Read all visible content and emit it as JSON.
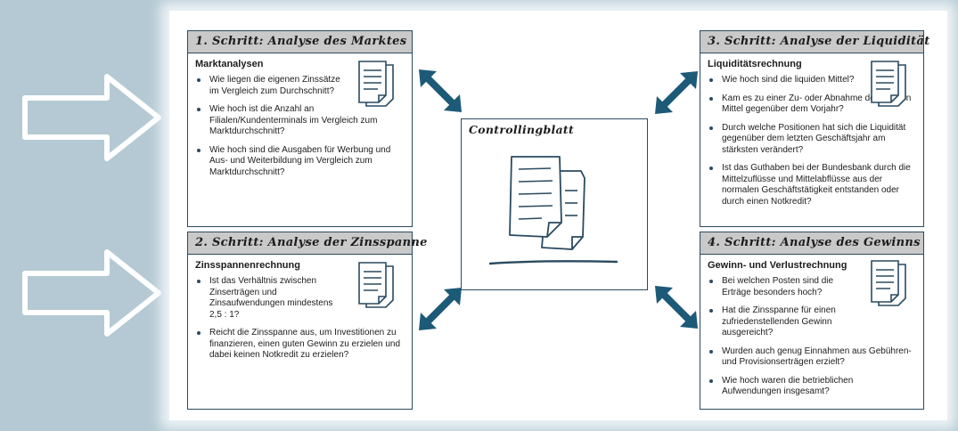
{
  "colors": {
    "background": "#b4c9d3",
    "header_bg": "#c9c9c9",
    "border": "#2a4a60",
    "arrow": "#1d5a78"
  },
  "center": {
    "title": "Controllingblatt"
  },
  "boxes": [
    {
      "title": "1. Schritt: Analyse des Marktes",
      "subtitle": "Marktanalysen",
      "items": [
        "Wie liegen die eigenen Zinssätze im Vergleich zum Durchschnitt?",
        "Wie hoch ist die Anzahl an Filialen/Kundenterminals im Vergleich zum Marktdurchschnitt?",
        "Wie hoch sind die Ausgaben für Werbung und Aus- und Weiterbildung im Vergleich zum Marktdurchschnitt?"
      ]
    },
    {
      "title": "2. Schritt: Analyse der Zinsspanne",
      "subtitle": "Zinsspannenrechnung",
      "items": [
        "Ist das Verhältnis zwischen Zinserträgen und Zinsaufwendungen mindestens 2,5 : 1?",
        "Reicht die Zinsspanne aus, um Investitionen zu finanzieren, einen guten Gewinn zu erzielen und dabei keinen Notkredit zu erzielen?"
      ]
    },
    {
      "title": "3. Schritt: Analyse der Liquidität",
      "subtitle": "Liquiditätsrechnung",
      "items": [
        "Wie hoch sind die liquiden Mittel?",
        "Kam es zu einer Zu- oder Abnahme der liquiden Mittel gegenüber dem Vorjahr?",
        "Durch welche Positionen hat sich die Liquidität gegenüber dem letzten Geschäftsjahr am stärksten verändert?",
        "Ist das Guthaben bei der Bundesbank durch die Mittelzuflüsse und Mittelabflüsse aus der normalen Geschäftstätigkeit entstanden oder durch einen Notkredit?"
      ]
    },
    {
      "title": "4. Schritt: Analyse des Gewinns",
      "subtitle": "Gewinn- und Verlustrechnung",
      "items": [
        "Bei welchen Posten sind die Erträge besonders hoch?",
        "Hat die Zinsspanne für einen zufriedenstellenden Gewinn ausgereicht?",
        "Wurden auch genug Einnahmen aus Gebühren- und Provisionserträgen erzielt?",
        "Wie hoch waren die betrieblichen Aufwendungen insgesamt?"
      ]
    }
  ]
}
